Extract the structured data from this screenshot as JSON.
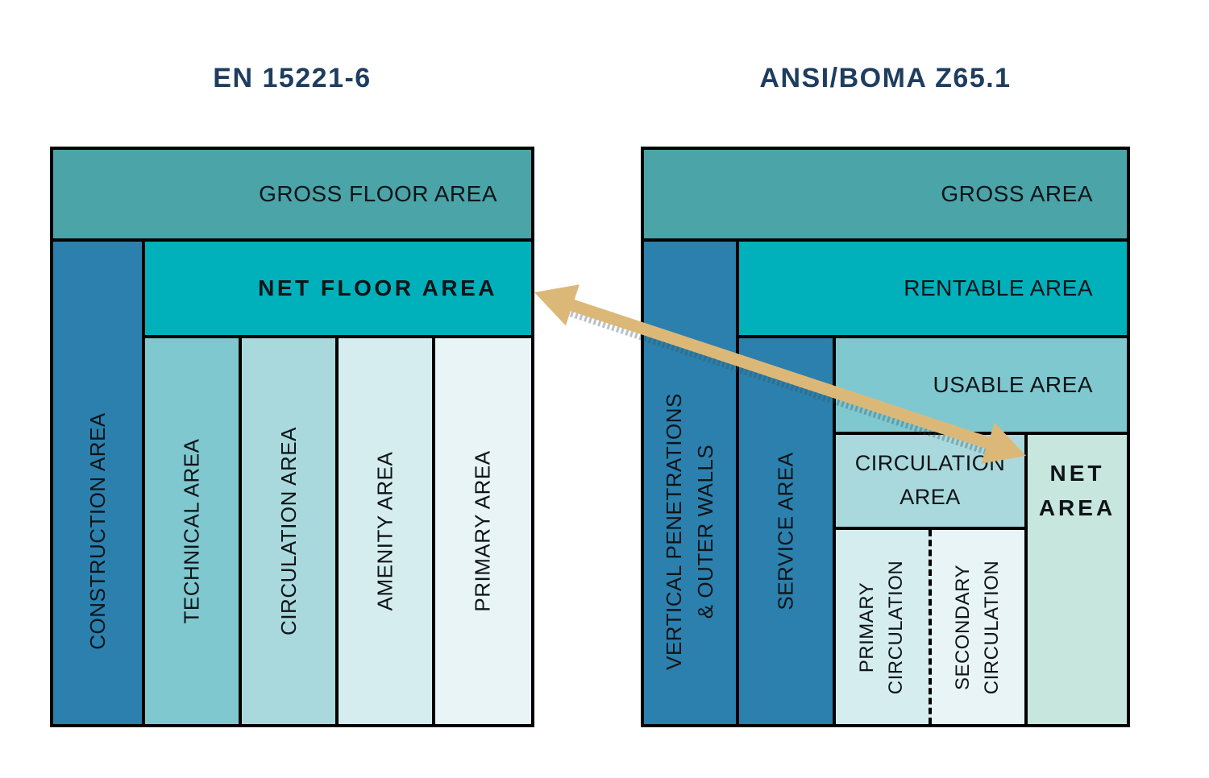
{
  "palette": {
    "title_text": "#1e3d5f",
    "label_text": "#0e1418",
    "border": "#000000",
    "teal_muted": "#4aa4a8",
    "teal_bright": "#00b0ba",
    "blue": "#2c80ad",
    "teal_light": "#80c8cf",
    "teal_pale": "#a9d9dd",
    "cyan_pale": "#d5edef",
    "cyan_faint": "#e9f4f6",
    "mint_green": "#c7e6de",
    "arrow_tan": "#dcb878"
  },
  "left": {
    "title": "EN 15221-6",
    "gross": "GROSS FLOOR AREA",
    "construction": "CONSTRUCTION AREA",
    "net_floor": "NET FLOOR AREA",
    "columns": [
      "TECHNICAL AREA",
      "CIRCULATION AREA",
      "AMENITY AREA",
      "PRIMARY AREA"
    ]
  },
  "right": {
    "title": "ANSI/BOMA Z65.1",
    "gross": "GROSS AREA",
    "vertical_penetrations": {
      "line1": "VERTICAL PENETRATIONS",
      "line2": "& OUTER WALLS"
    },
    "rentable": "RENTABLE AREA",
    "service": "SERVICE AREA",
    "usable": "USABLE AREA",
    "circulation": {
      "line1": "CIRCULATION",
      "line2": "AREA"
    },
    "net": {
      "line1": "NET",
      "line2": "AREA"
    },
    "primary_circulation": {
      "line1": "PRIMARY",
      "line2": "CIRCULATION"
    },
    "secondary_circulation": {
      "line1": "SECONDARY",
      "line2": "CIRCULATION"
    }
  }
}
